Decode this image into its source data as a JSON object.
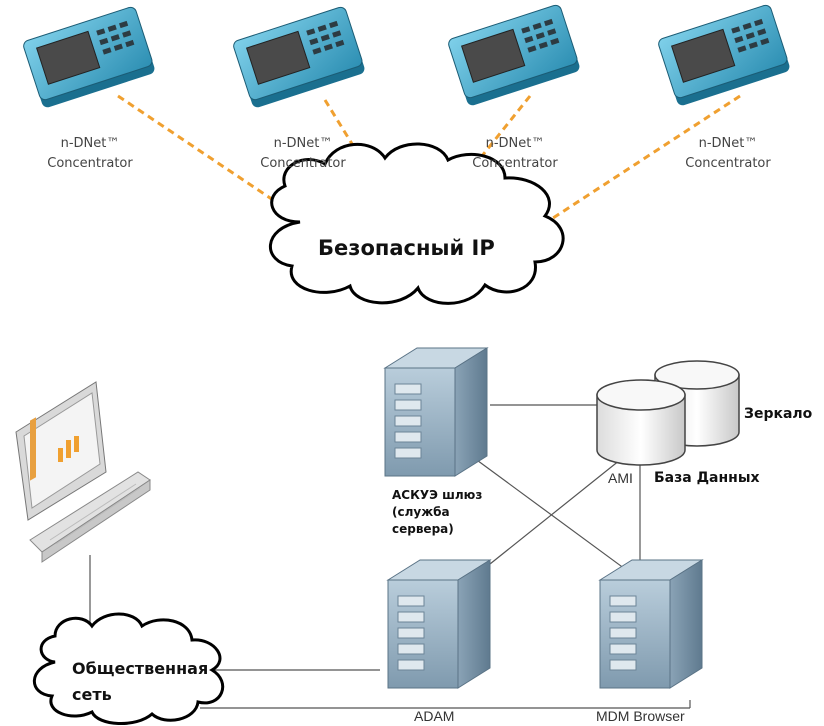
{
  "nodes": {
    "concentrators": [
      {
        "line1": "n-DNet™",
        "line2": "Concentrator"
      },
      {
        "line1": "n-DNet™",
        "line2": "Concentrator"
      },
      {
        "line1": "n-DNet™",
        "line2": "Concentrator"
      },
      {
        "line1": "n-DNet™",
        "line2": "Concentrator"
      }
    ],
    "secure_cloud": "Безопасный IP",
    "public_cloud": {
      "line1": "Общественная",
      "line2": "сеть"
    },
    "gateway": {
      "line1": "АСКУЭ шлюз",
      "line2": "(служба",
      "line3": "сервера)"
    },
    "ami": "AMI",
    "database": "База Данных",
    "mirror": "Зеркало",
    "adam": "ADAM",
    "mdm": "MDM Browser"
  },
  "colors": {
    "dashed_link": "#f0a030",
    "server_body": "#9bb3c4",
    "line": "#555555"
  }
}
